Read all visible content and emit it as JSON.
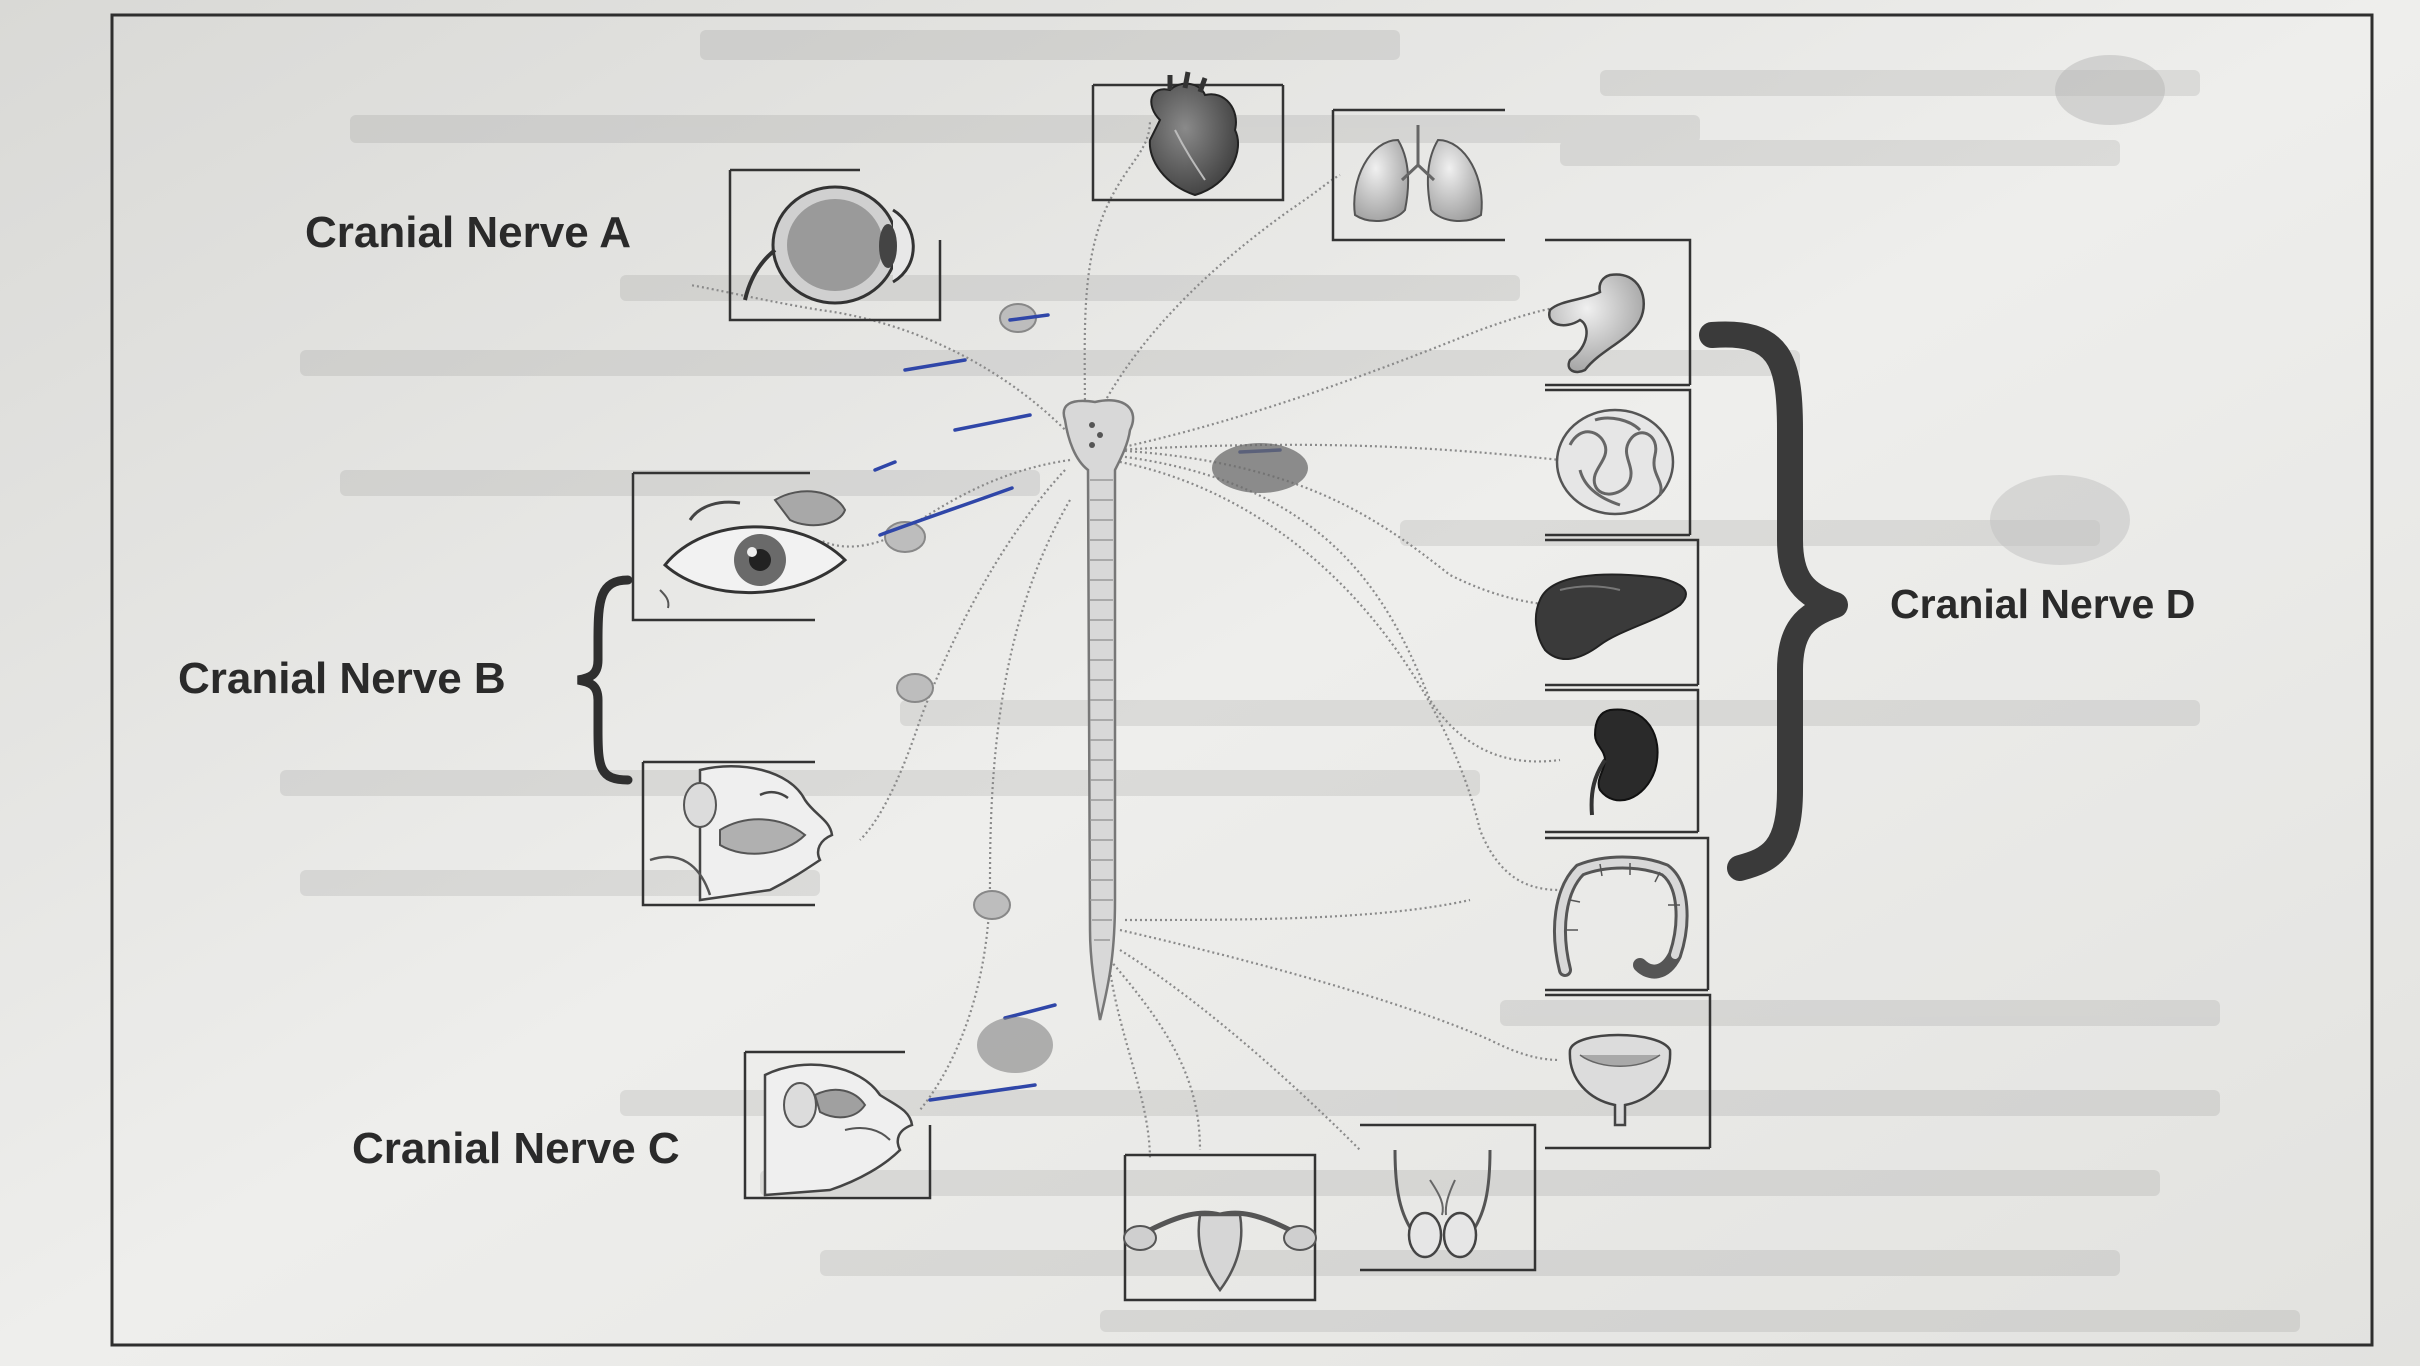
{
  "labels": {
    "nerve_a": "Cranial Nerve A",
    "nerve_b": "Cranial Nerve B",
    "nerve_c": "Cranial Nerve C",
    "nerve_d": "Cranial Nerve D"
  },
  "icons": {
    "eye": "eye-icon",
    "lacrimal": "lacrimal-gland-icon",
    "salivary": "salivary-gland-icon",
    "parotid": "parotid-gland-icon",
    "heart": "heart-icon",
    "lungs": "lungs-icon",
    "stomach": "stomach-icon",
    "intestine": "small-intestine-icon",
    "liver": "liver-icon",
    "kidney": "kidney-icon",
    "colon": "colon-icon",
    "bladder": "bladder-icon",
    "uterus": "uterus-icon",
    "testes": "testes-icon"
  },
  "colors": {
    "background": "#c9c9c6",
    "paper": "#ececea",
    "ink": "#2a2a2a",
    "pen": "#2f46a8"
  }
}
